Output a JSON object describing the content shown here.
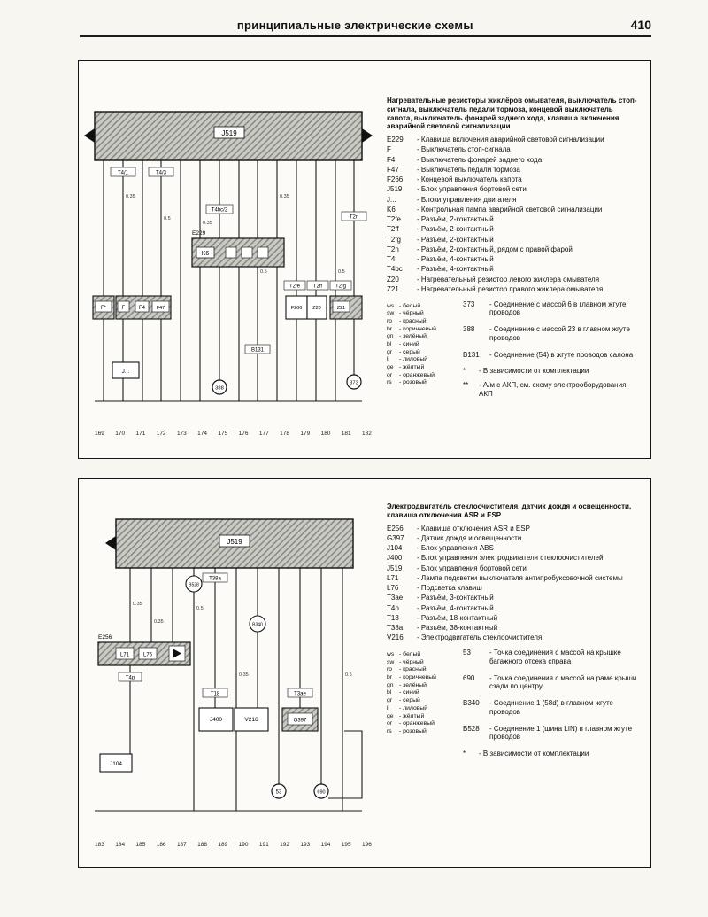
{
  "header": {
    "title": "принципиальные электрические схемы",
    "page_number": "410"
  },
  "wire_colors": [
    {
      "code": "ws",
      "name": "белый"
    },
    {
      "code": "sw",
      "name": "чёрный"
    },
    {
      "code": "ro",
      "name": "красный"
    },
    {
      "code": "br",
      "name": "коричневый"
    },
    {
      "code": "gn",
      "name": "зелёный"
    },
    {
      "code": "bl",
      "name": "синий"
    },
    {
      "code": "gr",
      "name": "серый"
    },
    {
      "code": "li",
      "name": "лиловый"
    },
    {
      "code": "ge",
      "name": "жёлтый"
    },
    {
      "code": "or",
      "name": "оранжевый"
    },
    {
      "code": "rs",
      "name": "розовый"
    }
  ],
  "panel1": {
    "title": "Нагревательные резисторы жиклёров омывателя, выключатель стоп-сигнала, выключатель педали тормоза, концевой выключатель капота, выключатель фонарей заднего хода, клавиша включения аварийной световой сигнализации",
    "legend": [
      {
        "code": "E229",
        "desc": "Клавиша включения аварийной световой сигнализации"
      },
      {
        "code": "F",
        "desc": "Выключатель стоп-сигнала"
      },
      {
        "code": "F4",
        "desc": "Выключатель фонарей заднего хода"
      },
      {
        "code": "F47",
        "desc": "Выключатель педали тормоза"
      },
      {
        "code": "F266",
        "desc": "Концевой выключатель капота"
      },
      {
        "code": "J519",
        "desc": "Блок управления бортовой сети"
      },
      {
        "code": "J...",
        "desc": "Блоки управления двигателя"
      },
      {
        "code": "K6",
        "desc": "Контрольная лампа аварийной световой сигнализации"
      },
      {
        "code": "T2fe",
        "desc": "Разъём, 2-контактный"
      },
      {
        "code": "T2ff",
        "desc": "Разъём, 2-контактный"
      },
      {
        "code": "T2fg",
        "desc": "Разъём, 2-контактный"
      },
      {
        "code": "T2n",
        "desc": "Разъём, 2-контактный, рядом с правой фарой"
      },
      {
        "code": "T4",
        "desc": "Разъём, 4-контактный"
      },
      {
        "code": "T4bc",
        "desc": "Разъём, 4-контактный"
      },
      {
        "code": "Z20",
        "desc": "Нагревательный резистор левого жиклера омывателя"
      },
      {
        "code": "Z21",
        "desc": "Нагревательный резистор правого жиклера омывателя"
      }
    ],
    "connections": [
      {
        "code": "373",
        "desc": "Соединение с массой 6 в главном жгуте проводов"
      },
      {
        "code": "388",
        "desc": "Соединение с массой 23 в главном жгуте проводов"
      },
      {
        "code": "B131",
        "desc": "Соединение (54) в жгуте проводов салона"
      }
    ],
    "notes": [
      {
        "code": "*",
        "desc": "В зависимости от комплектации"
      },
      {
        "code": "**",
        "desc": "А/м с АКП, см. схему электрооборудования АКП"
      }
    ],
    "tracks": [
      "169",
      "170",
      "171",
      "172",
      "173",
      "174",
      "175",
      "176",
      "177",
      "178",
      "179",
      "180",
      "181",
      "182"
    ],
    "diagram": {
      "bus_label": "J519",
      "components": {
        "e229": "E229",
        "k6": "K6",
        "f_star": "F*",
        "f": "F",
        "f4": "F4",
        "f47": "F47",
        "f266": "F266",
        "z20": "Z20",
        "z21": "Z21",
        "j_engine": "J..."
      },
      "tags": {
        "t4_1": "T4/1",
        "t4_3": "T4/3",
        "t4bc": "T4bc/2",
        "t2n": "T2n",
        "t2fe": "T2fe",
        "t2ff": "T2ff",
        "t2fg": "T2fg",
        "b131": "B131"
      },
      "grounds": {
        "g388": "388",
        "g373": "373"
      },
      "wire_labels": [
        "0.35",
        "0.5",
        "0.35",
        "0.5",
        "0.35",
        "0.5"
      ]
    }
  },
  "panel2": {
    "title": "Электродвигатель стеклоочистителя, датчик дождя и освещенности, клавиша отключения ASR и ESP",
    "legend": [
      {
        "code": "E256",
        "desc": "Клавиша отключения ASR и ESP"
      },
      {
        "code": "G397",
        "desc": "Датчик дождя и освещенности"
      },
      {
        "code": "J104",
        "desc": "Блок управления ABS"
      },
      {
        "code": "J400",
        "desc": "Блок управления электродвигателя стеклоочистителей"
      },
      {
        "code": "J519",
        "desc": "Блок управления бортовой сети"
      },
      {
        "code": "L71",
        "desc": "Лампа подсветки выключателя антипробуксовочной системы"
      },
      {
        "code": "L76",
        "desc": "Подсветка клавиш"
      },
      {
        "code": "T3ae",
        "desc": "Разъём, 3-контактный"
      },
      {
        "code": "T4p",
        "desc": "Разъём, 4-контактный"
      },
      {
        "code": "T18",
        "desc": "Разъём, 18-контактный"
      },
      {
        "code": "T38a",
        "desc": "Разъём, 38-контактный"
      },
      {
        "code": "V216",
        "desc": "Электродвигатель стеклоочистителя"
      }
    ],
    "connections": [
      {
        "code": "53",
        "desc": "Точка соединения с массой на крышке багажного отсека справа"
      },
      {
        "code": "690",
        "desc": "Точка соединения с массой на раме крыши сзади по центру"
      },
      {
        "code": "B340",
        "desc": "Соединение 1 (58d) в главном жгуте проводов"
      },
      {
        "code": "B528",
        "desc": "Соединение 1 (шина LIN) в главном жгуте проводов"
      }
    ],
    "notes": [
      {
        "code": "*",
        "desc": "В зависимости от комплектации"
      }
    ],
    "tracks": [
      "183",
      "184",
      "185",
      "186",
      "187",
      "188",
      "189",
      "190",
      "191",
      "192",
      "193",
      "194",
      "195",
      "196"
    ],
    "diagram": {
      "bus_label": "J519",
      "components": {
        "e256": "E256",
        "l71": "L71",
        "l76": "L76",
        "j400": "J400",
        "v216": "V216",
        "g397": "G397",
        "j104": "J104"
      },
      "tags": {
        "t4p": "T4p",
        "t38a": "T38a",
        "t18": "T18",
        "t3ae": "T3ae"
      },
      "nodes": {
        "b528": "B528",
        "b340": "B340"
      },
      "grounds": {
        "g53": "53",
        "g690": "690"
      },
      "wire_labels": [
        "0.35",
        "0.35",
        "0.5",
        "0.35",
        "0.5"
      ]
    }
  }
}
